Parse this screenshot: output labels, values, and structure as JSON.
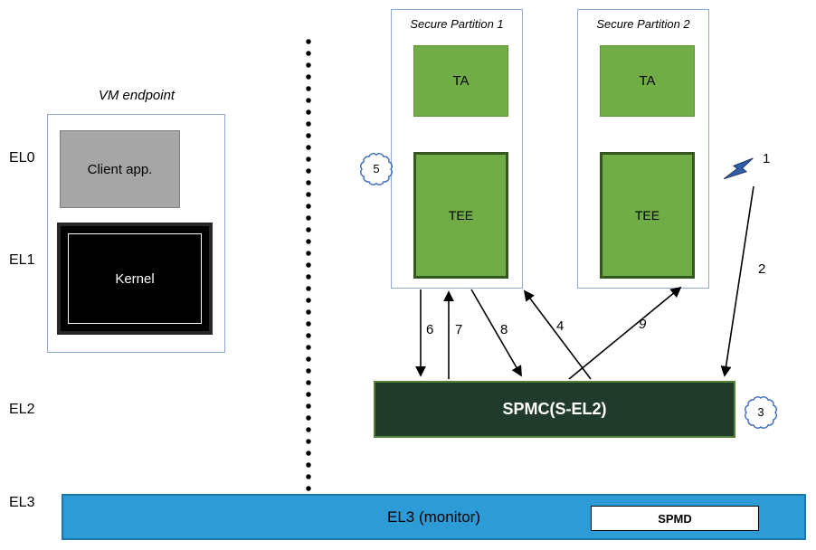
{
  "exception_levels": {
    "el0": "EL0",
    "el1": "EL1",
    "el2": "EL2",
    "el3": "EL3"
  },
  "vm_endpoint": {
    "title": "VM endpoint",
    "client_app": "Client app.",
    "kernel": "Kernel"
  },
  "partitions": [
    {
      "title": "Secure Partition 1",
      "ta": "TA",
      "tee": "TEE"
    },
    {
      "title": "Secure Partition 2",
      "ta": "TA",
      "tee": "TEE"
    }
  ],
  "spmc": {
    "label": "SPMC(S-EL2)"
  },
  "monitor": {
    "label": "EL3 (monitor)",
    "spmd": "SPMD"
  },
  "flow_labels": {
    "1": "1",
    "2": "2",
    "3": "3",
    "4": "4",
    "5": "5",
    "6": "6",
    "7": "7",
    "8": "8",
    "9": "9"
  },
  "icons": {
    "lightning": "lightning-bolt",
    "cloud_5": "scribble-cloud",
    "cloud_3": "scribble-cloud"
  },
  "colors": {
    "partition_border": "#8eaadb",
    "green_box": "#70ad47",
    "tee_border": "#33571c",
    "gray_box": "#a6a6a6",
    "spmc_fill": "#203b2b",
    "spmc_border": "#538135",
    "el3_fill": "#2d9bd5",
    "annotation_blue": "#4472c4",
    "bolt_blue": "#2e5ea8"
  }
}
